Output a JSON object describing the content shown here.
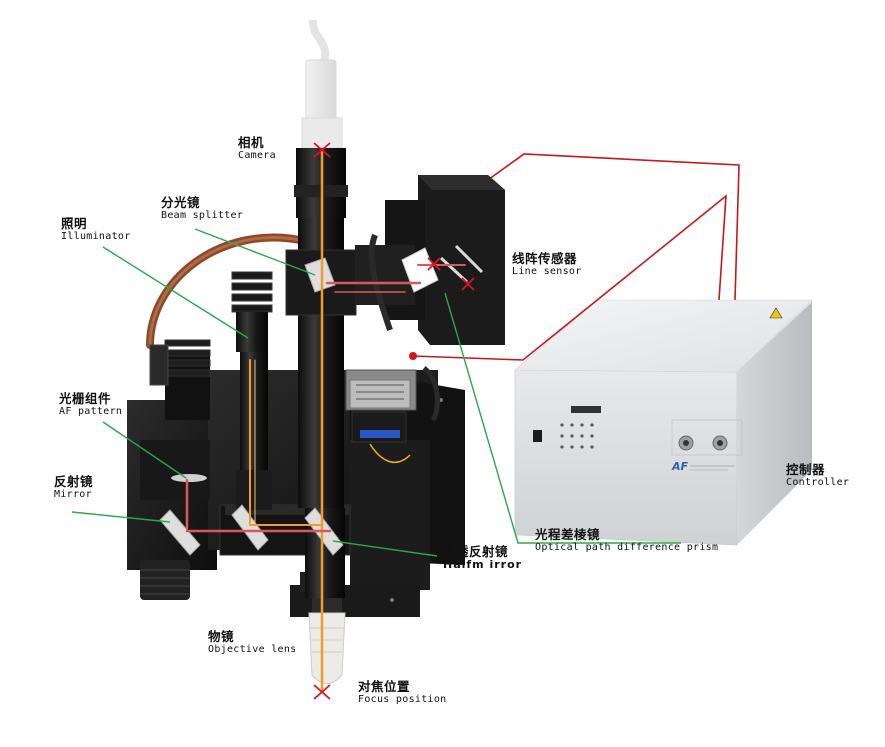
{
  "labels": {
    "camera": {
      "cn": "相机",
      "en": "Camera"
    },
    "beam": {
      "cn": "分光镜",
      "en": "Beam splitter"
    },
    "illuminator": {
      "cn": "照明",
      "en": "Illuminator"
    },
    "line_sensor": {
      "cn": "线阵传感器",
      "en": "Line sensor"
    },
    "af_pattern": {
      "cn": "光栅组件",
      "en": "AF pattern"
    },
    "mirror": {
      "cn": "反射镜",
      "en": "Mirror"
    },
    "half_mirror": {
      "cn": "半透反射镜",
      "en": "Halfm irror"
    },
    "prism": {
      "cn": "光程差棱镜",
      "en": "Optical path difference prism"
    },
    "controller": {
      "cn": "控制器",
      "en": "Controller"
    },
    "objective": {
      "cn": "物镜",
      "en": "Objective lens"
    },
    "focus": {
      "cn": "对焦位置",
      "en": "Focus position"
    }
  },
  "controller_box": {
    "logo": "AF"
  },
  "colors": {
    "leader": "#2aa84a",
    "cable": "#c8161d",
    "beam_orange": "#f29a2e",
    "beam_red": "#d9575f",
    "body": "#1a1a1a",
    "controller": "#e9eaec"
  }
}
